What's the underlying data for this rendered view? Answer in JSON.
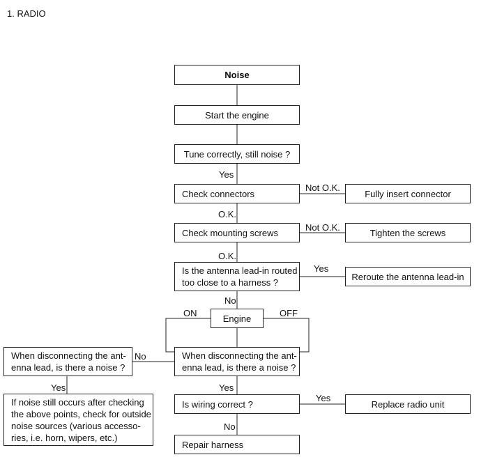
{
  "heading": "1. RADIO",
  "nodes": {
    "noise": "Noise",
    "start_engine": "Start the engine",
    "tune": "Tune correctly, still noise ?",
    "check_connectors": "Check connectors",
    "insert_connector": "Fully insert connector",
    "check_screws": "Check mounting screws",
    "tighten_screws": "Tighten the screws",
    "antenna_routed": "Is the antenna lead-in routed\ntoo close to a harness ?",
    "reroute_antenna": "Reroute the antenna lead-in",
    "engine": "Engine",
    "disconnect_center": "When disconnecting  the ant-\nenna lead, is there a noise ?",
    "disconnect_left": "When disconnecting the ant-\nenna lead, is there a noise ?",
    "outside_noise": "If noise still occurs after checking\nthe above points, check for outside\nnoise sources (various accesso-\nries, i.e. horn, wipers, etc.)",
    "wiring_correct": "Is wiring correct ?",
    "replace_radio": "Replace radio unit",
    "repair_harness": "Repair harness"
  },
  "labels": {
    "yes_tune": "Yes",
    "ok_connectors": "O.K.",
    "not_ok_connectors": "Not O.K.",
    "ok_screws": "O.K.",
    "not_ok_screws": "Not O.K.",
    "yes_antenna": "Yes",
    "no_antenna": "No",
    "engine_on": "ON",
    "engine_off": "OFF",
    "no_disconnect": "No",
    "yes_left": "Yes",
    "yes_disconnect": "Yes",
    "yes_wiring": "Yes",
    "no_wiring": "No"
  }
}
